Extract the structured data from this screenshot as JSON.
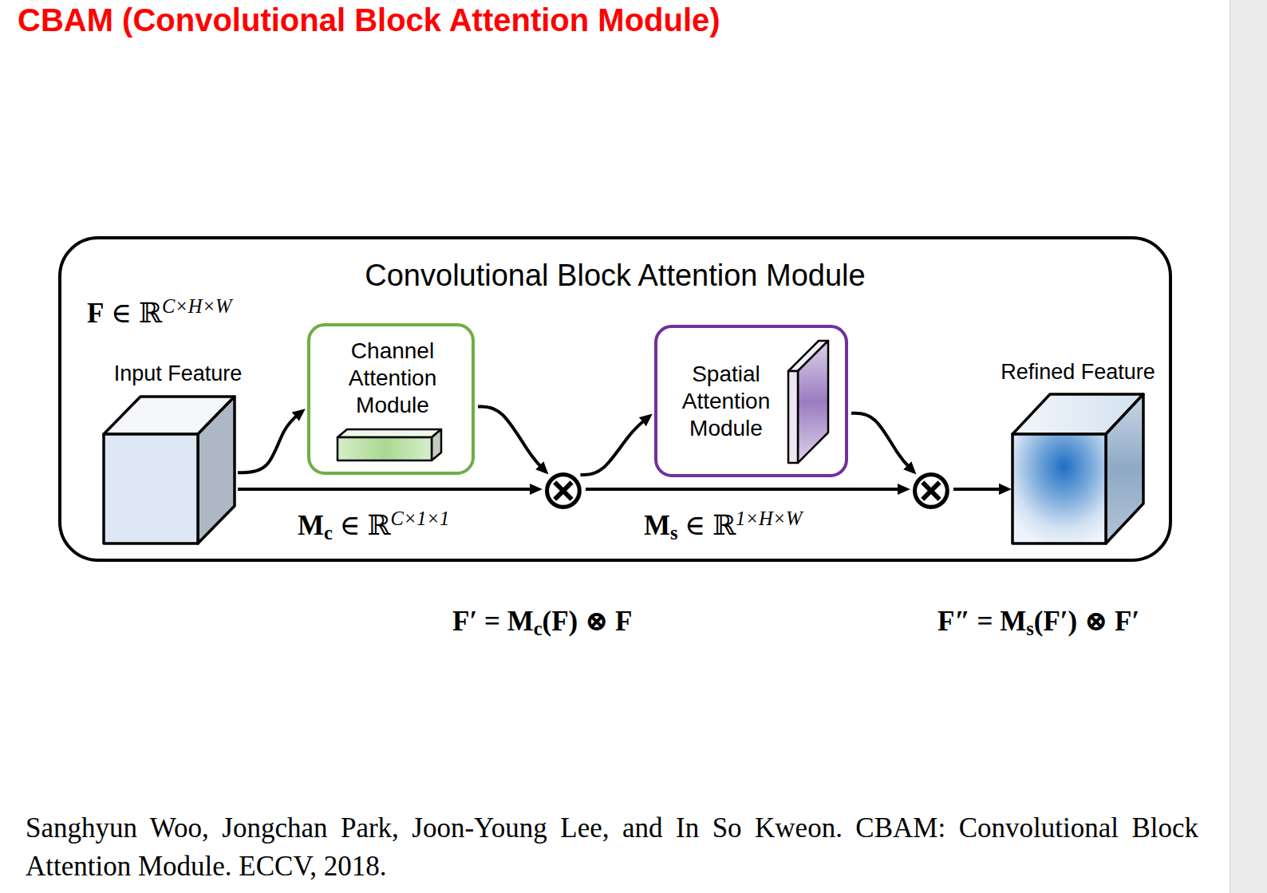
{
  "diagram": {
    "title": "CBAM (Convolutional Block Attention Module)",
    "caption": "Sanghyun Woo, Jongchan Park, Joon-Young Lee, and In So Kweon. CBAM: Convolutional Block Attention Module. ECCV, 2018.",
    "nodes": [
      {
        "text": [
          "Convolutional Block Attention Module"
        ]
      },
      {
        "text": [
          "Input Feature"
        ],
        "in": 0
      },
      {
        "text": [
          "Channel Attention Module"
        ],
        "in": 0
      },
      {
        "text": [
          "⊗"
        ],
        "in": 0
      },
      {
        "text": [
          "Spatial Attention Module"
        ],
        "in": 0
      },
      {
        "text": [
          "⊗"
        ],
        "in": 0
      },
      {
        "text": [
          "Refined Feature"
        ],
        "in": 0
      }
    ],
    "edges": [
      {
        "from": 1,
        "to": 2,
        "arrow": "to"
      },
      {
        "from": 2,
        "to": 3,
        "arrow": "to"
      },
      {
        "from": 1,
        "to": 3,
        "arrow": "to"
      },
      {
        "from": 3,
        "to": 4,
        "arrow": "to"
      },
      {
        "from": 4,
        "to": 5,
        "arrow": "to"
      },
      {
        "from": 3,
        "to": 5,
        "arrow": "to"
      },
      {
        "from": 5,
        "to": 6,
        "arrow": "to"
      }
    ],
    "labels": [
      "F ∈ ℝC×H×W",
      "Mc ∈ ℝC×1×1",
      "Ms ∈ ℝ1×H×W",
      "F′ = Mc(F) ⊗ F",
      "F″ = Ms(F′) ⊗ F′"
    ]
  }
}
